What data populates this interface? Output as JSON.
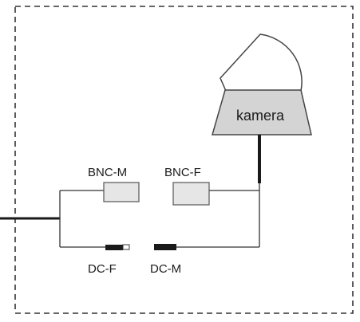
{
  "diagram": {
    "camera_label": "kamera",
    "connectors": {
      "bnc_male": "BNC-M",
      "bnc_female": "BNC-F",
      "dc_female": "DC-F",
      "dc_male": "DC-M"
    }
  },
  "colors": {
    "wire": "#1a1a1a",
    "connector_fill": "#e6e6e6",
    "camera_mount_fill": "#d4d4d4",
    "outline": "#444444"
  }
}
